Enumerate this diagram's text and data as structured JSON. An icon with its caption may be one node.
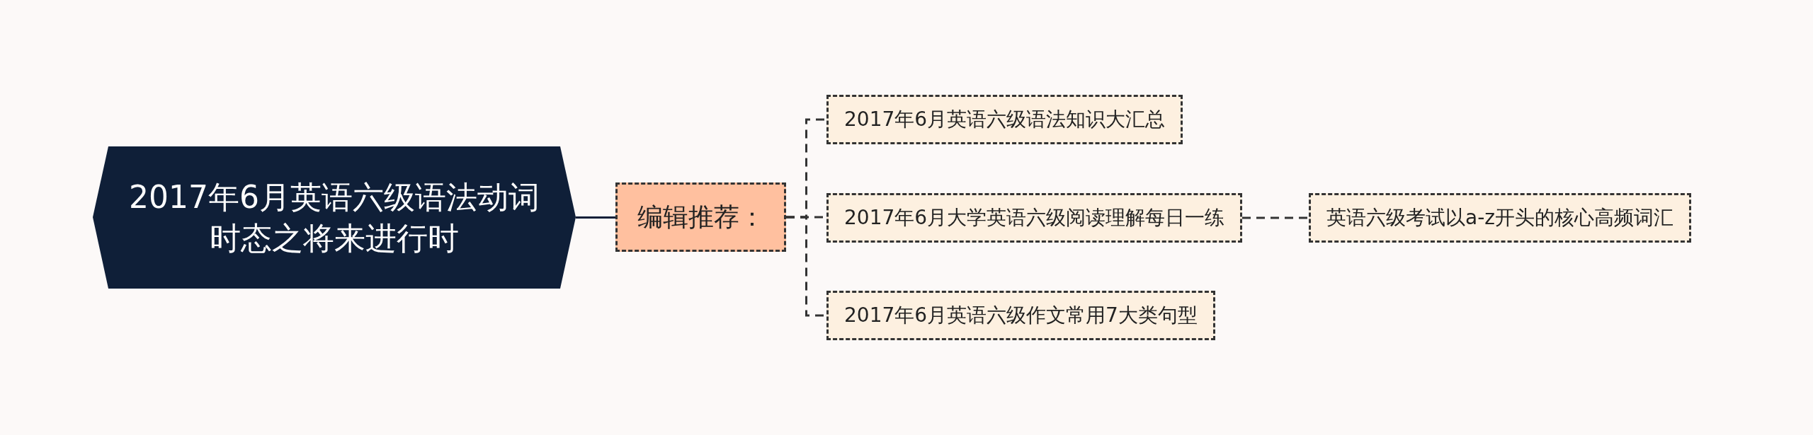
{
  "diagram": {
    "nodes": [
      {
        "text": [
          "2017年6月英语六级语法动词时态之将来进行时"
        ]
      },
      {
        "text": [
          "编辑推荐："
        ]
      },
      {
        "text": [
          "2017年6月英语六级语法知识大汇总"
        ]
      },
      {
        "text": [
          "2017年6月大学英语六级阅读理解每日一练"
        ]
      },
      {
        "text": [
          "2017年6月英语六级作文常用7大类句型"
        ]
      },
      {
        "text": [
          "英语六级考试以a-z开头的核心高频词汇"
        ]
      }
    ],
    "edges": [
      {
        "from": 0,
        "to": 1,
        "arrow": "none"
      },
      {
        "from": 1,
        "to": 2,
        "arrow": "none",
        "style": "dashed"
      },
      {
        "from": 1,
        "to": 3,
        "arrow": "none",
        "style": "dashed"
      },
      {
        "from": 1,
        "to": 4,
        "arrow": "none",
        "style": "dashed"
      },
      {
        "from": 3,
        "to": 5,
        "arrow": "none",
        "style": "dashed"
      }
    ]
  }
}
